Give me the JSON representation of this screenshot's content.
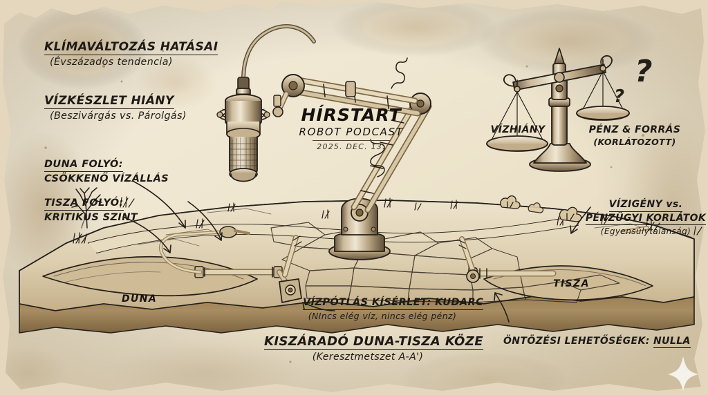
{
  "meta": {
    "medium": "hand-drawn sepia ink illustration on torn parchment",
    "accent_ink": "#1d1a16",
    "parchment": "#f0e7d2",
    "parchment_shadow": "#d8c9a8",
    "sepia_wash": "#b49a6e"
  },
  "title_block": {
    "title": "HÍRSTART",
    "subtitle": "ROBOT PODCAST",
    "date": "2025. DEC. 13."
  },
  "labels": {
    "climate": {
      "heading": "KLÍMAVÁLTOZÁS HATÁSAI",
      "sub": "(Évszázados tendencia)"
    },
    "water_deficit": {
      "heading": "VÍZKÉSZLET HIÁNY",
      "sub": "(Beszivárgás vs. Párolgás)"
    },
    "danube_river": {
      "line1": "DUNA FOLYÓ:",
      "line2": "CSÖKKENŐ VÍZÁLLÁS"
    },
    "tisza_river": {
      "line1": "TISZA FOLYÓ:",
      "line2": "KRITIKUS SZINT"
    },
    "demand_vs_finance": {
      "line1": "VÍZIGÉNY vs.",
      "line2": "PÉNZÜGYI KORLÁTOK",
      "sub": "(Egyensúlytalanság)"
    },
    "refill_attempt": {
      "heading": "VÍZPÓTLÁS KÍSÉRLET: KUDARC",
      "sub": "(NIncs elég víz, nincs elég pénz)"
    },
    "irrigation": {
      "prefix": "ÖNTÖZÉSI LEHETŐSÉGEK: ",
      "value": "NULLA"
    },
    "bottom_title": {
      "heading": "KISZÁRADÓ DUNA-TISZA KÖZE",
      "sub": "(Keresztmetszet A-A')"
    }
  },
  "terrain": {
    "danube_channel": "DUNA",
    "tisza_channel": "TISZA"
  },
  "balance": {
    "left_pan_label": "VÍZHIÁNY",
    "right_pan_label": "PÉNZ & FORRÁS",
    "right_pan_sub": "(KORLÁTOZOTT)",
    "question_mark_large": "?",
    "question_mark_small": "?",
    "tilt": "left-side-down"
  },
  "icons": {
    "microphone": "microphone-icon",
    "boom_arm": "boom-arm-icon",
    "balance_scale": "balance-scale-icon",
    "dead_tree": "dead-tree-icon",
    "sparkle": "sparkle-icon"
  }
}
